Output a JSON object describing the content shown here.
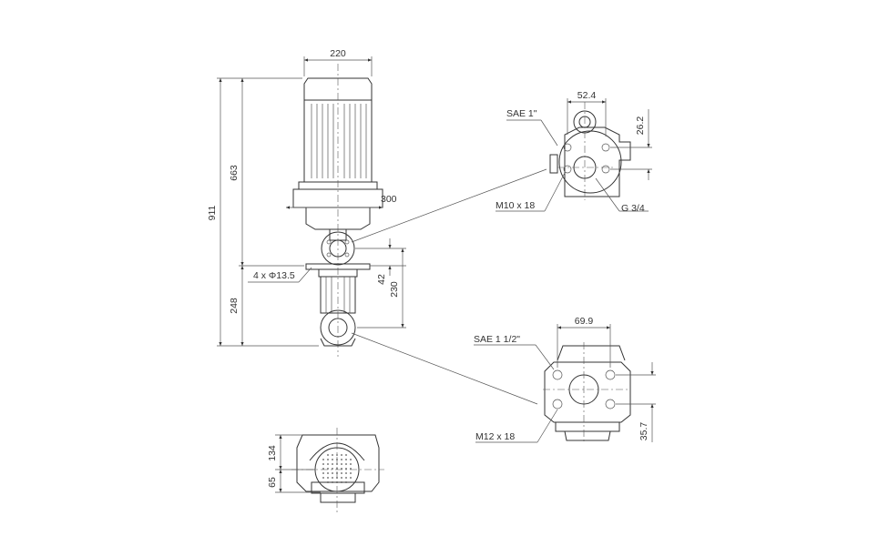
{
  "colors": {
    "line": "#333333",
    "background": "#ffffff"
  },
  "dimensions": {
    "motor_width": "220",
    "total_height": "911",
    "upper_height": "663",
    "lower_height": "248",
    "flange_width": "300",
    "mount_holes": "4 x Φ13.5",
    "offset_42": "42",
    "offset_230": "230",
    "top_width": "134",
    "top_offset": "65"
  },
  "detail_outlet": {
    "port_label": "SAE 1\"",
    "bolt_label": "M10 x 18",
    "thread_label": "G 3/4",
    "width": "52.4",
    "height": "26.2"
  },
  "detail_inlet": {
    "port_label": "SAE 1 1/2\"",
    "bolt_label": "M12 x 18",
    "width": "69.9",
    "height": "35.7"
  }
}
